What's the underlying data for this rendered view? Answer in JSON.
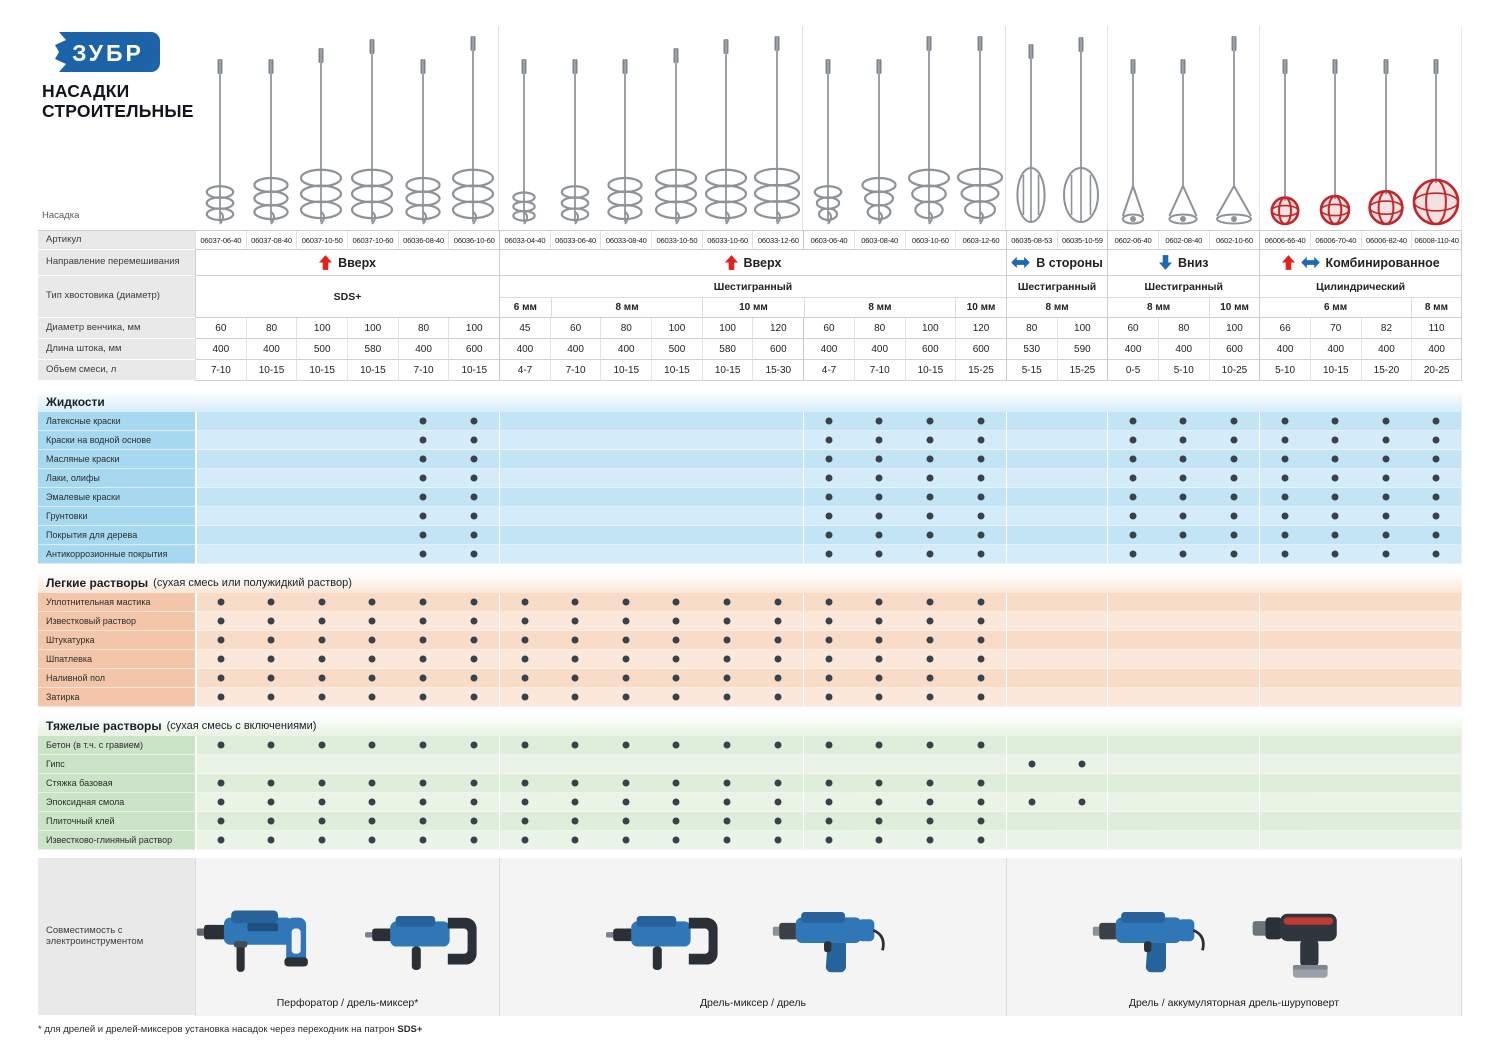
{
  "brand": {
    "logo": "ЗУБР",
    "title_line1": "НАСАДКИ",
    "title_line2": "СТРОИТЕЛЬНЫЕ"
  },
  "colors": {
    "brand_blue": "#1c63a8",
    "arrow_red": "#e32119",
    "arrow_blue": "#1e68b2",
    "dot": "#39424a"
  },
  "row_labels": {
    "nasadka": "Насадка",
    "article": "Артикул",
    "direction": "Направление перемешивания",
    "shank": "Тип хвостовика (диаметр)",
    "whisk_diameter": "Диаметр венчика, мм",
    "rod_length": "Длина штока, мм",
    "mix_volume": "Объем смеси, л",
    "compatibility": "Совместимость с электроинструментом"
  },
  "columns": [
    {
      "article": "06037-06-40",
      "image": "sds-spiral"
    },
    {
      "article": "06037-08-40",
      "image": "sds-spiral"
    },
    {
      "article": "06037-10-50",
      "image": "sds-spiral"
    },
    {
      "article": "06037-10-60",
      "image": "sds-spiral"
    },
    {
      "article": "06036-08-40",
      "image": "sds-spiral"
    },
    {
      "article": "06036-10-60",
      "image": "sds-spiral"
    },
    {
      "article": "06033-04-40",
      "image": "hex-spiral"
    },
    {
      "article": "06033-06-40",
      "image": "hex-spiral"
    },
    {
      "article": "06033-08-40",
      "image": "hex-spiral"
    },
    {
      "article": "06033-10-50",
      "image": "hex-spiral"
    },
    {
      "article": "06033-10-60",
      "image": "hex-spiral"
    },
    {
      "article": "06033-12-60",
      "image": "hex-spiral"
    },
    {
      "article": "0603-06-40",
      "image": "hex-cone-spiral"
    },
    {
      "article": "0603-08-40",
      "image": "hex-cone-spiral"
    },
    {
      "article": "0603-10-60",
      "image": "hex-cone-spiral"
    },
    {
      "article": "0603-12-60",
      "image": "hex-cone-spiral"
    },
    {
      "article": "06035-08-53",
      "image": "hex-cage"
    },
    {
      "article": "06035-10-59",
      "image": "hex-cage"
    },
    {
      "article": "0602-06-40",
      "image": "hex-propeller"
    },
    {
      "article": "0602-08-40",
      "image": "hex-propeller"
    },
    {
      "article": "0602-10-60",
      "image": "hex-propeller"
    },
    {
      "article": "06006-66-40",
      "image": "red-ball"
    },
    {
      "article": "06006-70-40",
      "image": "red-ball"
    },
    {
      "article": "06006-82-40",
      "image": "red-ball"
    },
    {
      "article": "06008-110-40",
      "image": "red-ball"
    }
  ],
  "direction_groups": [
    {
      "label": "Вверх",
      "span": 6,
      "arrows": [
        "up-red"
      ]
    },
    {
      "label": "Вверх",
      "span": 10,
      "arrows": [
        "up-red"
      ]
    },
    {
      "label": "В стороны",
      "span": 2,
      "arrows": [
        "sideways-blue"
      ]
    },
    {
      "label": "Вниз",
      "span": 3,
      "arrows": [
        "down-blue"
      ]
    },
    {
      "label": "Комбинированное",
      "span": 4,
      "arrows": [
        "up-red",
        "sideways-blue"
      ]
    }
  ],
  "shank_groups": [
    {
      "label": "SDS+",
      "span": 6,
      "sizes": []
    },
    {
      "label": "Шестигранный",
      "span": 10,
      "sizes": [
        {
          "label": "6 мм",
          "span": 1
        },
        {
          "label": "8 мм",
          "span": 3
        },
        {
          "label": "10 мм",
          "span": 2
        },
        {
          "label": "8 мм",
          "span": 3
        },
        {
          "label": "10 мм",
          "span": 1
        }
      ]
    },
    {
      "label": "Шестигранный",
      "span": 2,
      "sizes": [
        {
          "label": "8 мм",
          "span": 2
        }
      ]
    },
    {
      "label": "Шестигранный",
      "span": 3,
      "sizes": [
        {
          "label": "8 мм",
          "span": 2
        },
        {
          "label": "10 мм",
          "span": 1
        }
      ]
    },
    {
      "label": "Цилиндрический",
      "span": 4,
      "sizes": [
        {
          "label": "6 мм",
          "span": 3
        },
        {
          "label": "8 мм",
          "span": 1
        }
      ]
    }
  ],
  "specs": {
    "whisk_diameter": [
      60,
      80,
      100,
      100,
      80,
      100,
      45,
      60,
      80,
      100,
      100,
      120,
      60,
      80,
      100,
      120,
      80,
      100,
      60,
      80,
      100,
      66,
      70,
      82,
      110
    ],
    "rod_length": [
      400,
      400,
      500,
      580,
      400,
      600,
      400,
      400,
      400,
      500,
      580,
      600,
      400,
      400,
      600,
      600,
      530,
      590,
      400,
      400,
      600,
      400,
      400,
      400,
      400
    ],
    "mix_volume": [
      "7-10",
      "10-15",
      "10-15",
      "10-15",
      "7-10",
      "10-15",
      "4-7",
      "7-10",
      "10-15",
      "10-15",
      "10-15",
      "15-30",
      "4-7",
      "7-10",
      "10-15",
      "15-25",
      "5-15",
      "15-25",
      "0-5",
      "5-10",
      "10-25",
      "5-10",
      "10-15",
      "15-20",
      "20-25"
    ]
  },
  "sections": [
    {
      "title": "Жидкости",
      "subtitle": "",
      "colors": {
        "label_bg": "#a6d8ef",
        "row_a": "#c3e4f5",
        "row_b": "#d4ecf9",
        "band": "#d9eefb"
      },
      "rows": [
        {
          "label": "Латексные краски",
          "dots": [
            5,
            6,
            13,
            14,
            15,
            16,
            19,
            20,
            21,
            22,
            23,
            24,
            25
          ]
        },
        {
          "label": "Краски на водной основе",
          "dots": [
            5,
            6,
            13,
            14,
            15,
            16,
            19,
            20,
            21,
            22,
            23,
            24,
            25
          ]
        },
        {
          "label": "Масляные краски",
          "dots": [
            5,
            6,
            13,
            14,
            15,
            16,
            19,
            20,
            21,
            22,
            23,
            24,
            25
          ]
        },
        {
          "label": "Лаки, олифы",
          "dots": [
            5,
            6,
            13,
            14,
            15,
            16,
            19,
            20,
            21,
            22,
            23,
            24,
            25
          ]
        },
        {
          "label": "Эмалевые краски",
          "dots": [
            5,
            6,
            13,
            14,
            15,
            16,
            19,
            20,
            21,
            22,
            23,
            24,
            25
          ]
        },
        {
          "label": "Грунтовки",
          "dots": [
            5,
            6,
            13,
            14,
            15,
            16,
            19,
            20,
            21,
            22,
            23,
            24,
            25
          ]
        },
        {
          "label": "Покрытия для дерева",
          "dots": [
            5,
            6,
            13,
            14,
            15,
            16,
            19,
            20,
            21,
            22,
            23,
            24,
            25
          ]
        },
        {
          "label": "Антикоррозионные покрытия",
          "dots": [
            5,
            6,
            13,
            14,
            15,
            16,
            19,
            20,
            21,
            22,
            23,
            24,
            25
          ]
        }
      ]
    },
    {
      "title": "Легкие растворы",
      "subtitle": "(сухая смесь или полужидкий раствор)",
      "colors": {
        "label_bg": "#f3c6a9",
        "row_a": "#f8dcc8",
        "row_b": "#fbe8da",
        "band": "#fbe9dc"
      },
      "rows": [
        {
          "label": "Уплотнительная мастика",
          "dots": [
            1,
            2,
            3,
            4,
            5,
            6,
            7,
            8,
            9,
            10,
            11,
            12,
            13,
            14,
            15,
            16
          ]
        },
        {
          "label": "Известковый раствор",
          "dots": [
            1,
            2,
            3,
            4,
            5,
            6,
            7,
            8,
            9,
            10,
            11,
            12,
            13,
            14,
            15,
            16
          ]
        },
        {
          "label": "Штукатурка",
          "dots": [
            1,
            2,
            3,
            4,
            5,
            6,
            7,
            8,
            9,
            10,
            11,
            12,
            13,
            14,
            15,
            16
          ]
        },
        {
          "label": "Шпатлевка",
          "dots": [
            1,
            2,
            3,
            4,
            5,
            6,
            7,
            8,
            9,
            10,
            11,
            12,
            13,
            14,
            15,
            16
          ]
        },
        {
          "label": "Наливной пол",
          "dots": [
            1,
            2,
            3,
            4,
            5,
            6,
            7,
            8,
            9,
            10,
            11,
            12,
            13,
            14,
            15,
            16
          ]
        },
        {
          "label": "Затирка",
          "dots": [
            1,
            2,
            3,
            4,
            5,
            6,
            7,
            8,
            9,
            10,
            11,
            12,
            13,
            14,
            15,
            16
          ]
        }
      ]
    },
    {
      "title": "Тяжелые растворы",
      "subtitle": "(сухая смесь с включениями)",
      "colors": {
        "label_bg": "#cbe3c6",
        "row_a": "#dfeeda",
        "row_b": "#eaf4e6",
        "band": "#e9f4e5"
      },
      "rows": [
        {
          "label": "Бетон (в т.ч. с гравием)",
          "dots": [
            1,
            2,
            3,
            4,
            5,
            6,
            7,
            8,
            9,
            10,
            11,
            12,
            13,
            14,
            15,
            16
          ]
        },
        {
          "label": "Гипс",
          "dots": [
            17,
            18
          ]
        },
        {
          "label": "Стяжка базовая",
          "dots": [
            1,
            2,
            3,
            4,
            5,
            6,
            7,
            8,
            9,
            10,
            11,
            12,
            13,
            14,
            15,
            16
          ]
        },
        {
          "label": "Эпоксидная смола",
          "dots": [
            1,
            2,
            3,
            4,
            5,
            6,
            7,
            8,
            9,
            10,
            11,
            12,
            13,
            14,
            15,
            16,
            17,
            18
          ]
        },
        {
          "label": "Плиточный клей",
          "dots": [
            1,
            2,
            3,
            4,
            5,
            6,
            7,
            8,
            9,
            10,
            11,
            12,
            13,
            14,
            15,
            16
          ]
        },
        {
          "label": "Известково-глиняный раствор",
          "dots": [
            1,
            2,
            3,
            4,
            5,
            6,
            7,
            8,
            9,
            10,
            11,
            12,
            13,
            14,
            15,
            16
          ]
        }
      ]
    }
  ],
  "compatibility_groups": [
    {
      "span": 6,
      "caption": "Перфоратор / дрель-миксер*",
      "tools": [
        "rotary-hammer",
        "drill-mixer"
      ]
    },
    {
      "span": 10,
      "caption": "Дрель-миксер / дрель",
      "tools": [
        "drill-mixer",
        "drill"
      ]
    },
    {
      "span": 9,
      "caption": "Дрель / аккумуляторная дрель-шуруповерт",
      "tools": [
        "drill",
        "cordless-drill"
      ]
    }
  ],
  "footnote": {
    "prefix": "* для дрелей и дрелей-миксеров установка насадок через переходник на патрон ",
    "bold": "SDS+"
  }
}
